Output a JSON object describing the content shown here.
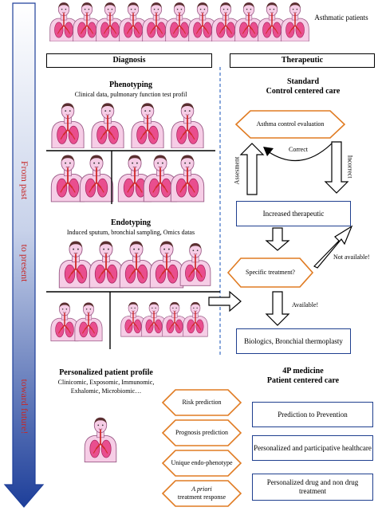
{
  "timeline": {
    "from_past": "From past",
    "to_present": "to present",
    "toward_future": "toward future!"
  },
  "patients_label": "Asthmatic patients",
  "diagnosis": {
    "header": "Diagnosis",
    "phenotyping_title": "Phenotyping",
    "phenotyping_sub": "Clinical data, pulmonary function test profil",
    "endotyping_title": "Endotyping",
    "endotyping_sub": "Induced sputum, bronchial sampling, Omics datas",
    "profile_title": "Personalized patient profile",
    "profile_line1": "Clinicomic, Exposomic, Immunomic,",
    "profile_line2": "Exhalomic, Microbiomic…"
  },
  "therapeutic": {
    "header": "Therapeutic",
    "standard_title_1": "Standard",
    "standard_title_2": "Control centered care",
    "control_eval": "Asthma control evaluation",
    "correct": "Correct",
    "incorrect": "Incorrect",
    "assessment": "Assesment",
    "increased": "Increased therapeutic",
    "specific": "Specific treatment?",
    "not_available": "Not available!",
    "available": "Available!",
    "biologics": "Biologics, Bronchial thermoplasty",
    "p4_title_1": "4P medicine",
    "p4_title_2": "Patient centered care"
  },
  "pmed": {
    "hexes": [
      "Risk prediction",
      "Prognosis prediction",
      "Unique endo-phenotype"
    ],
    "hex4_italic": "A priori",
    "hex4_rest": "treatment response",
    "boxes": [
      "Prediction to Prevention",
      "Personalized and participative healthcare",
      "Personalized drug and non drug treatment"
    ]
  },
  "colors": {
    "accent_blue": "#1f3f8f",
    "orange": "#e07b22",
    "timeline_red": "#c62828",
    "timeline_top": "#ffffff",
    "timeline_bottom": "#1e3f9a",
    "skin": "#f6cde6",
    "skin_stroke": "#9a5a86",
    "lung": "#e94e8e",
    "trachea": "#d12a2a"
  }
}
